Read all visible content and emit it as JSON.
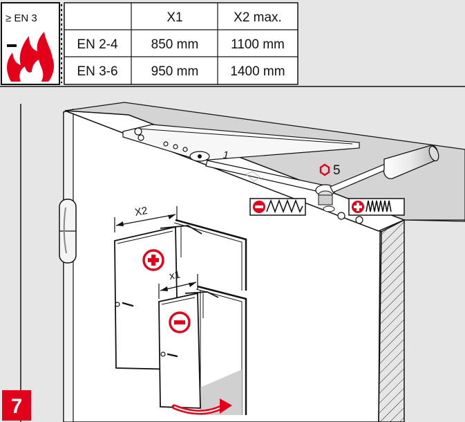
{
  "fire_badge": {
    "label": "≥ EN 3"
  },
  "table": {
    "headers": [
      "",
      "X1",
      "X2 max."
    ],
    "rows": [
      [
        "EN 2-4",
        "850 mm",
        "1100 mm"
      ],
      [
        "EN 3-6",
        "950 mm",
        "1400 mm"
      ]
    ]
  },
  "figure": {
    "arm_number": "1",
    "screw_label": "5",
    "dim_large": "X2",
    "dim_small": "x1"
  },
  "step": {
    "number": "7",
    "color": "#e2001a"
  },
  "colors": {
    "red": "#e2001a",
    "panel": "#e6e6e6",
    "line": "#111111"
  }
}
